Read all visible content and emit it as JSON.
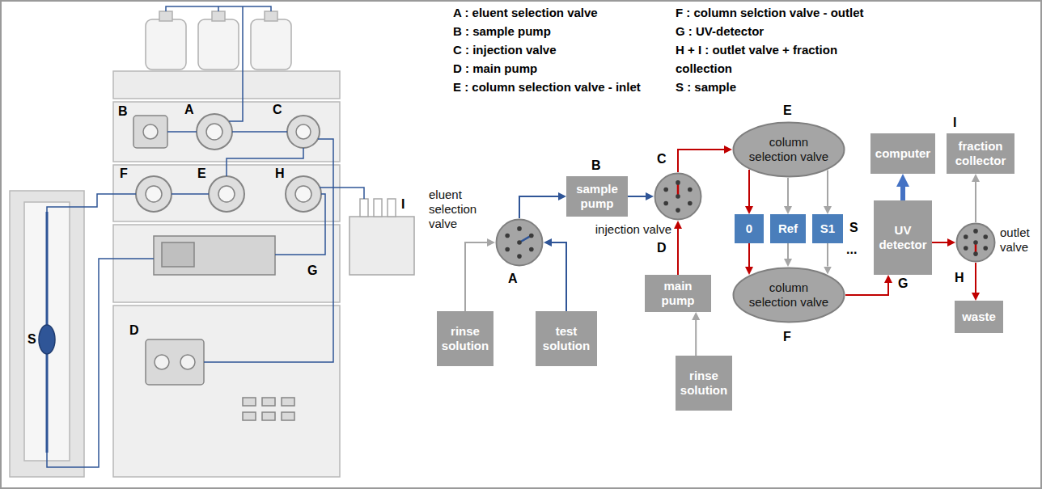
{
  "diagram": {
    "nodes": [
      {
        "text": [
          "rinse solution"
        ]
      },
      {
        "text": [
          "test solution"
        ]
      },
      {
        "text": [
          "eluent selection valve"
        ]
      },
      {
        "text": [
          "sample pump"
        ]
      },
      {
        "text": [
          "injection valve"
        ]
      },
      {
        "text": [
          "main pump"
        ]
      },
      {
        "text": [
          "rinse solution"
        ]
      },
      {
        "text": [
          "column selection valve"
        ]
      },
      {
        "text": [
          "0"
        ]
      },
      {
        "text": [
          "Ref"
        ]
      },
      {
        "text": [
          "S1"
        ]
      },
      {
        "text": [
          "column selection valve"
        ]
      },
      {
        "text": [
          "computer"
        ]
      },
      {
        "text": [
          "UV detector"
        ]
      },
      {
        "text": [
          "fraction collector"
        ]
      },
      {
        "text": [
          "outlet valve"
        ]
      },
      {
        "text": [
          "waste"
        ]
      }
    ],
    "edges": [
      {
        "from": 0,
        "to": 2,
        "arrow": "to"
      },
      {
        "from": 1,
        "to": 2,
        "arrow": "to"
      },
      {
        "from": 2,
        "to": 3,
        "arrow": "to"
      },
      {
        "from": 3,
        "to": 4,
        "arrow": "to"
      },
      {
        "from": 5,
        "to": 4,
        "arrow": "to"
      },
      {
        "from": 6,
        "to": 5,
        "arrow": "to"
      },
      {
        "from": 4,
        "to": 7,
        "arrow": "to"
      },
      {
        "from": 7,
        "to": 8,
        "arrow": "to"
      },
      {
        "from": 7,
        "to": 9,
        "arrow": "to"
      },
      {
        "from": 7,
        "to": 10,
        "arrow": "to"
      },
      {
        "from": 8,
        "to": 11,
        "arrow": "to"
      },
      {
        "from": 9,
        "to": 11,
        "arrow": "to"
      },
      {
        "from": 10,
        "to": 11,
        "arrow": "to"
      },
      {
        "from": 11,
        "to": 13,
        "arrow": "to"
      },
      {
        "from": 13,
        "to": 12,
        "arrow": "to"
      },
      {
        "from": 13,
        "to": 15,
        "arrow": "to"
      },
      {
        "from": 15,
        "to": 16,
        "arrow": "to"
      },
      {
        "from": 15,
        "to": 14,
        "arrow": "to"
      }
    ],
    "labels": [
      "A : eluent selection valve",
      "B : sample pump",
      "C : injection valve",
      "D : main pump",
      "E : column selection valve - inlet",
      "F : column selction valve - outlet",
      "G : UV-detector",
      "H + I : outlet valve + fraction collection",
      "S : sample",
      "B",
      "A",
      "C",
      "F",
      "E",
      "H",
      "I",
      "S",
      "G",
      "D",
      "A",
      "B",
      "C",
      "D",
      "E",
      "S",
      "...",
      "F",
      "G",
      "I",
      "H"
    ]
  }
}
